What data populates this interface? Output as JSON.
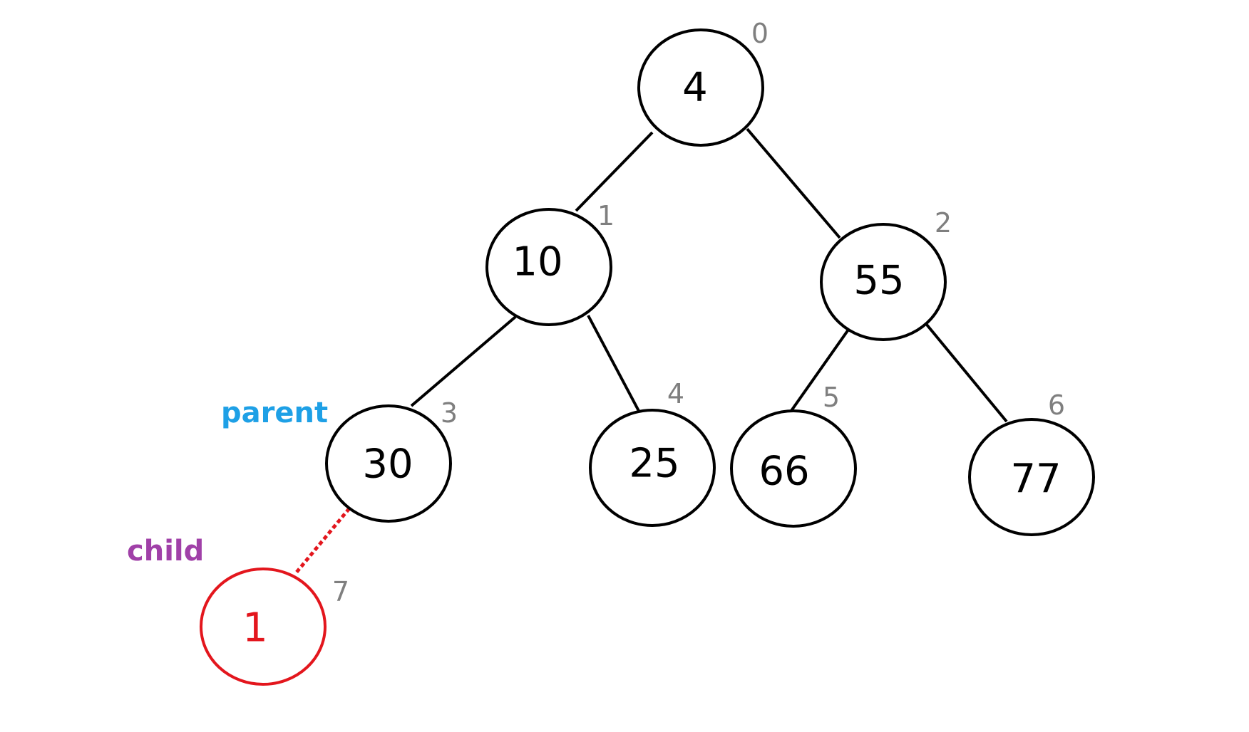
{
  "colors": {
    "parent_label": "#1ea0e6",
    "child_label": "#a040a8",
    "highlight": "#e3161d",
    "index": "#7f7f7f"
  },
  "labels": {
    "parent": "parent",
    "child": "child"
  },
  "heap": {
    "nodes": [
      {
        "index": "0",
        "value": "4"
      },
      {
        "index": "1",
        "value": "10"
      },
      {
        "index": "2",
        "value": "55"
      },
      {
        "index": "3",
        "value": "30"
      },
      {
        "index": "4",
        "value": "25"
      },
      {
        "index": "5",
        "value": "66"
      },
      {
        "index": "6",
        "value": "77"
      },
      {
        "index": "7",
        "value": "1"
      }
    ]
  }
}
